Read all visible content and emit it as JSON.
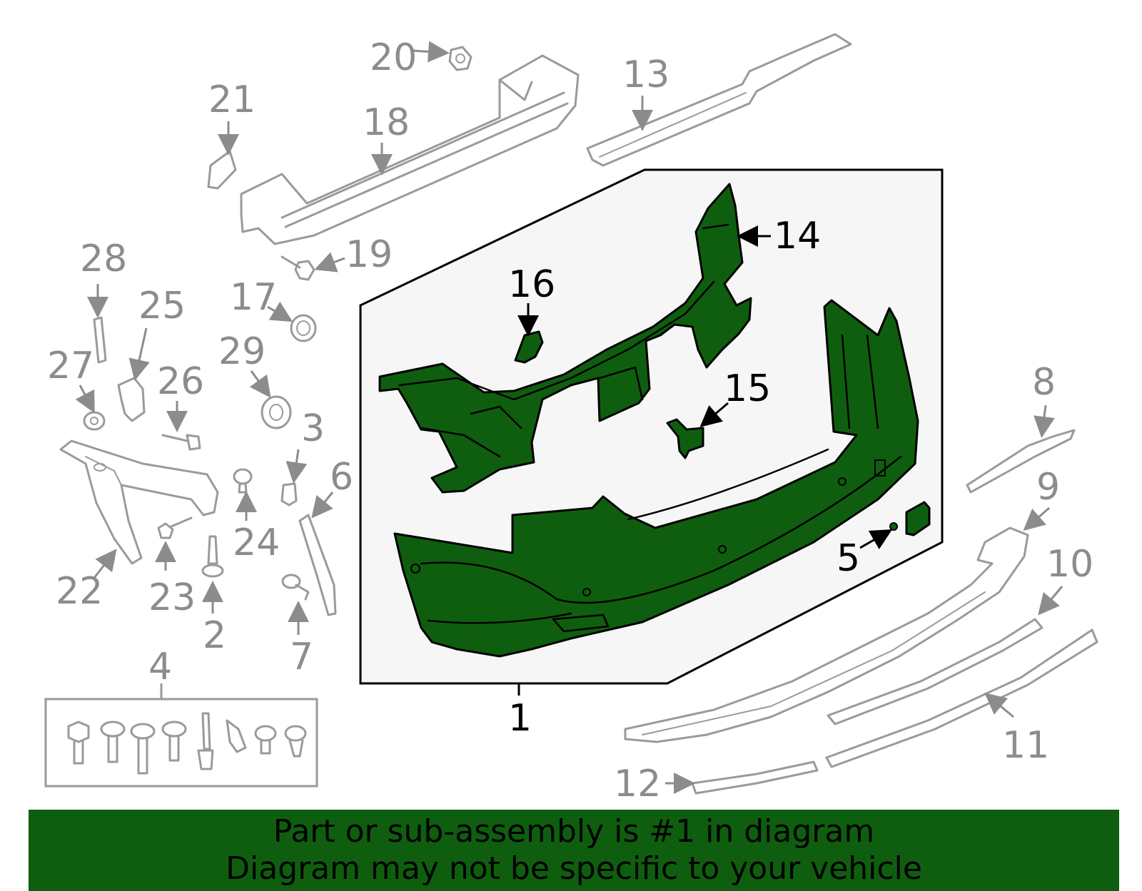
{
  "callouts": {
    "c1": "1",
    "c2": "2",
    "c3": "3",
    "c4": "4",
    "c5": "5",
    "c6": "6",
    "c7": "7",
    "c8": "8",
    "c9": "9",
    "c10": "10",
    "c11": "11",
    "c12": "12",
    "c13": "13",
    "c14": "14",
    "c15": "15",
    "c16": "16",
    "c17": "17",
    "c18": "18",
    "c19": "19",
    "c20": "20",
    "c21": "21",
    "c22": "22",
    "c23": "23",
    "c24": "24",
    "c25": "25",
    "c26": "26",
    "c27": "27",
    "c28": "28",
    "c29": "29"
  },
  "banner": {
    "line1": "Part or sub-assembly is #1 in diagram",
    "line2": "Diagram may not be specific to your vehicle"
  },
  "colors": {
    "highlight": "#0f5e0f",
    "part_outline": "#9a9a9a",
    "callout_gray": "#8c8c8c",
    "panel_bg": "#f6f6f6"
  }
}
